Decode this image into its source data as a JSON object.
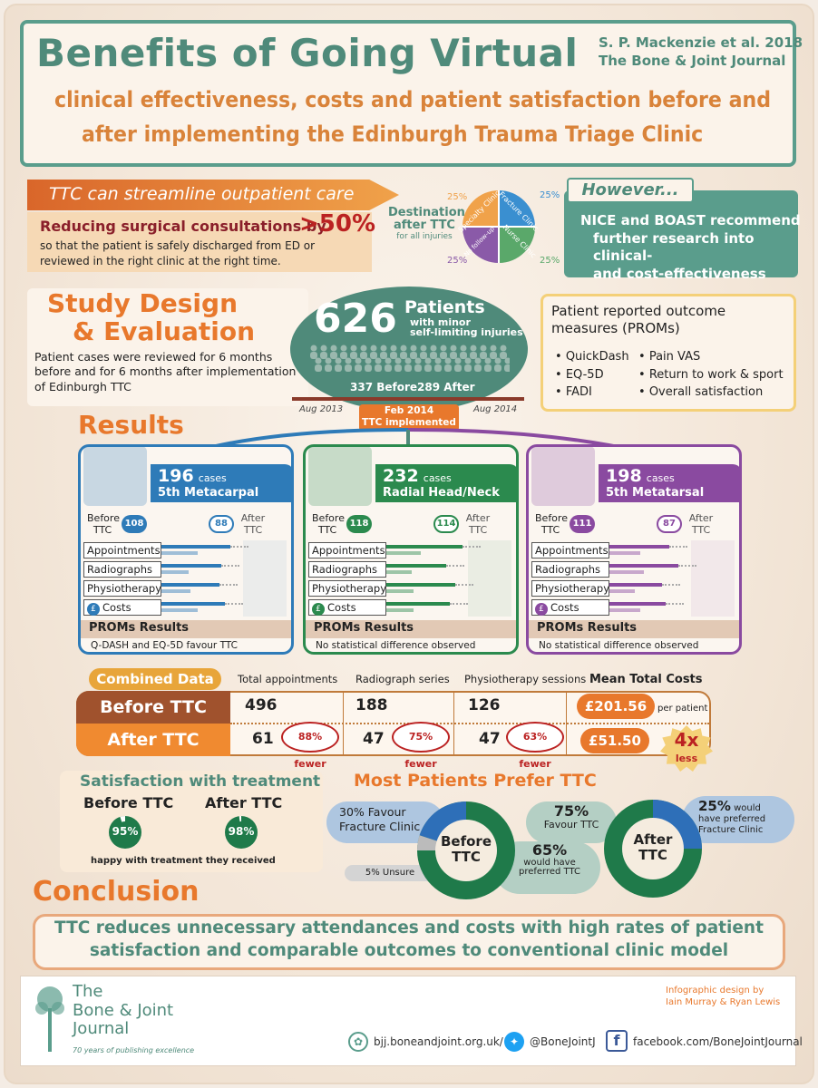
{
  "header": {
    "title": "Benefits of Going Virtual",
    "subtitle1": "clinical effectiveness, costs and patient satisfaction before and",
    "subtitle2": "after implementing the Edinburgh Trauma Triage Clinic",
    "citation1": "S. P. Mackenzie et al. 2018",
    "citation2": "The Bone & Joint Journal"
  },
  "ttc": {
    "banner": "TTC can streamline outpatient care",
    "reduce_label": "Reducing surgical consultations by",
    "reduce_value": ">50%",
    "reduce_line2": "so that the patient is safely discharged from ED or",
    "reduce_line3": "reviewed in the right clinic at the right time."
  },
  "destination": {
    "title1": "Destination",
    "title2": "after TTC",
    "title3": "for all injuries",
    "q1": "Specialty Clinic",
    "q2": "Fracture Clinic",
    "q3": "Nurse Clinic",
    "q4": "No follow-up",
    "p1": "25%",
    "p2": "25%",
    "p3": "25%",
    "p4": "25%"
  },
  "however": {
    "title": "However...",
    "text1": "NICE and BOAST recommend",
    "text2": "further research into clinical-",
    "text3": "and cost-effectiveness"
  },
  "study": {
    "title1": "Study Design",
    "title2": "& Evaluation",
    "text1": "Patient cases were reviewed for 6 months",
    "text2": "before and for 6 months after implementation",
    "text3": "of Edinburgh TTC"
  },
  "patients": {
    "count": "626",
    "label1": "Patients",
    "label2": "with minor",
    "label3": "self-limiting injuries",
    "before": "337 Before",
    "after": "289 After",
    "start": "Aug 2013",
    "mid": "Feb 2014",
    "end": "Aug 2014",
    "impl": "TTC implemented"
  },
  "proms": {
    "title1": "Patient reported outcome",
    "title2": "measures (PROMs)",
    "items": [
      "QuickDash",
      "EQ-5D",
      "FADI",
      "Pain VAS",
      "Return to work & sport",
      "Overall satisfaction"
    ]
  },
  "results": {
    "title": "Results"
  },
  "panels": [
    {
      "cases": "196",
      "cases_label": "cases",
      "name": "5th Metacarpal",
      "before_label1": "Before",
      "before_label2": "TTC",
      "before_n": "108",
      "after_n": "88",
      "after_label1": "After",
      "after_label2": "TTC",
      "rows": [
        "Appointments",
        "Radiographs",
        "Physiotherapy",
        "Costs"
      ],
      "proms_title": "PROMs Results",
      "proms_text": "Q-DASH and EQ-5D favour TTC",
      "color": "#2e7bb8"
    },
    {
      "cases": "232",
      "cases_label": "cases",
      "name": "Radial Head/Neck",
      "before_label1": "Before",
      "before_label2": "TTC",
      "before_n": "118",
      "after_n": "114",
      "after_label1": "After",
      "after_label2": "TTC",
      "rows": [
        "Appointments",
        "Radiographs",
        "Physiotherapy",
        "Costs"
      ],
      "proms_title": "PROMs Results",
      "proms_text": "No statistical difference observed",
      "color": "#2b8a4e"
    },
    {
      "cases": "198",
      "cases_label": "cases",
      "name": "5th Metatarsal",
      "before_label1": "Before",
      "before_label2": "TTC",
      "before_n": "111",
      "after_n": "87",
      "after_label1": "After",
      "after_label2": "TTC",
      "rows": [
        "Appointments",
        "Radiographs",
        "Physiotherapy",
        "Costs"
      ],
      "proms_title": "PROMs Results",
      "proms_text": "No statistical difference observed",
      "color": "#8a4aa0"
    }
  ],
  "combined": {
    "title": "Combined Data",
    "h1": "Total appointments",
    "h2": "Radiograph series",
    "h3": "Physiotherapy sessions",
    "h4": "Mean Total Costs",
    "before": "Before TTC",
    "after": "After TTC",
    "b1": "496",
    "b2": "188",
    "b3": "126",
    "bcost": "£201.56",
    "per": "per patient",
    "a1": "61",
    "a2": "47",
    "a3": "47",
    "acost": "£51.50",
    "f1": "88% fewer",
    "f2": "75% fewer",
    "f3": "63% fewer",
    "x": "4x",
    "less": "less"
  },
  "satisfaction": {
    "title": "Satisfaction with treatment",
    "before": "Before TTC",
    "after": "After TTC",
    "bval": "95%",
    "aval": "98%",
    "caption": "happy with treatment they received"
  },
  "prefer": {
    "title": "Most Patients Prefer TTC",
    "b_fc": "30% Favour",
    "b_fc2": "Fracture Clinic",
    "b_center1": "Before",
    "b_center2": "TTC",
    "b_unsure": "5% Unsure",
    "b_ttc": "65%",
    "b_ttc2": "would have",
    "b_ttc3": "preferred TTC",
    "a_ttc": "75%",
    "a_ttc2": "Favour TTC",
    "a_center1": "After",
    "a_center2": "TTC",
    "a_fc": "25%",
    "a_fc2": "would",
    "a_fc3": "have preferred",
    "a_fc4": "Fracture Clinic"
  },
  "conclusion": {
    "title": "Conclusion",
    "text1": "TTC reduces unnecessary attendances and costs with high rates of patient",
    "text2": "satisfaction and comparable outcomes to conventional clinic model"
  },
  "footer": {
    "logo1": "The",
    "logo2": "Bone & Joint",
    "logo3": "Journal",
    "tagline": "70 years of publishing excellence",
    "design1": "Infographic design by",
    "design2": "Iain Murray & Ryan Lewis",
    "web": "bjj.boneandjoint.org.uk/",
    "twitter": "@BoneJointJ",
    "facebook": "facebook.com/BoneJointJournal"
  },
  "colors": {
    "teal": "#5a9d8c",
    "orange": "#e8782c",
    "blue": "#2e7bb8",
    "green": "#2b8a4e",
    "purple": "#8a4aa0",
    "red": "#b22222"
  }
}
